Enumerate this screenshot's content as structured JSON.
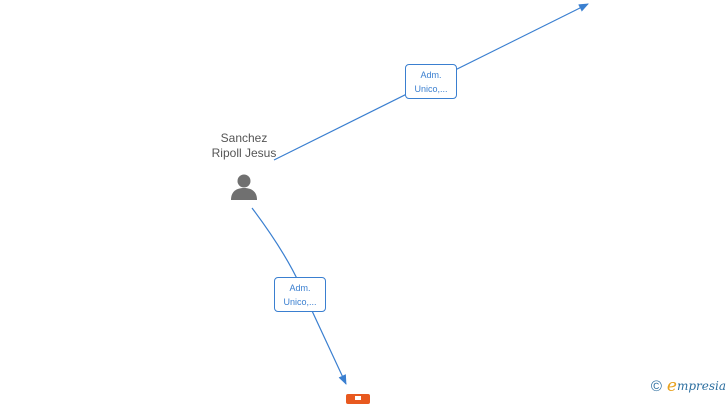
{
  "person": {
    "name_line1": "Sanchez",
    "name_line2": "Ripoll Jesus",
    "icon": "person-icon"
  },
  "relations": [
    {
      "label_line1": "Adm.",
      "label_line2": "Unico,..."
    },
    {
      "label_line1": "Adm.",
      "label_line2": "Unico,..."
    }
  ],
  "nodes": {
    "top_icon": "company-icon",
    "bottom_icon": "company-icon"
  },
  "brand": {
    "copyright_symbol": "©",
    "logo_initial": "e",
    "logo_rest": "mpresia"
  },
  "colors": {
    "edge": "#3a7fd0",
    "person": "#707070",
    "company_highlight": "#e8591f",
    "brand_blue": "#2d6fa0",
    "brand_orange": "#e8a21f"
  }
}
